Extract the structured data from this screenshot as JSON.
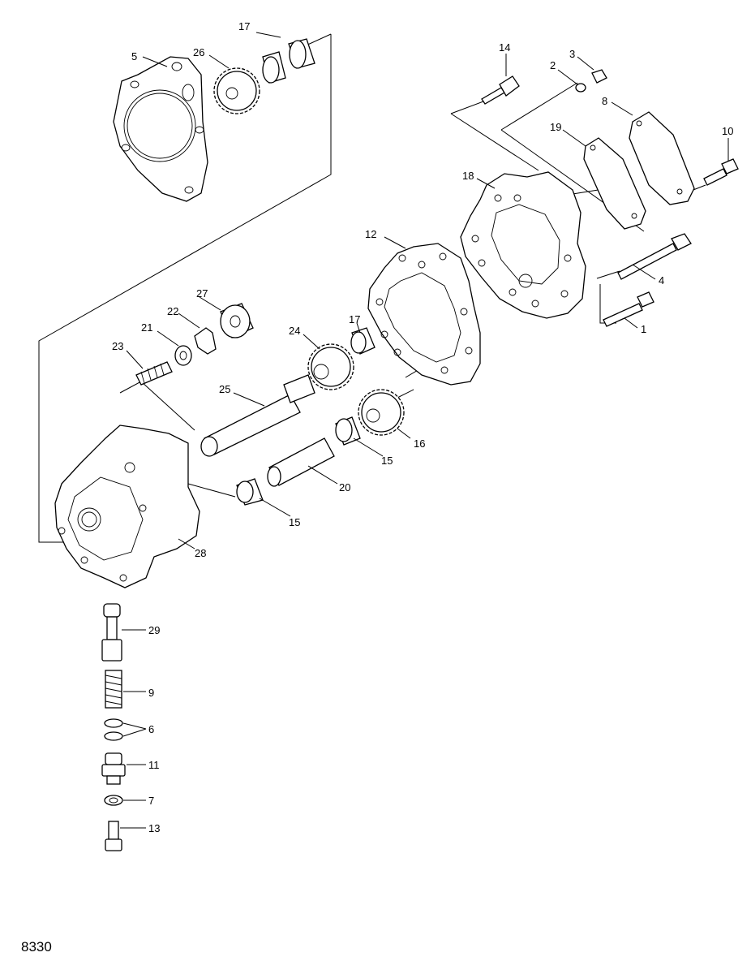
{
  "figure": {
    "id": "8330"
  },
  "callouts": {
    "c1": "1",
    "c2": "2",
    "c3": "3",
    "c4": "4",
    "c5": "5",
    "c6": "6",
    "c7": "7",
    "c8": "8",
    "c9": "9",
    "c10": "10",
    "c11": "11",
    "c12": "12",
    "c13": "13",
    "c14": "14",
    "c15a": "15",
    "c15b": "15",
    "c16": "16",
    "c17a": "17",
    "c17b": "17",
    "c18": "18",
    "c19": "19",
    "c20": "20",
    "c21": "21",
    "c22": "22",
    "c23": "23",
    "c24": "24",
    "c25": "25",
    "c26": "26",
    "c27": "27",
    "c28": "28",
    "c29": "29"
  }
}
